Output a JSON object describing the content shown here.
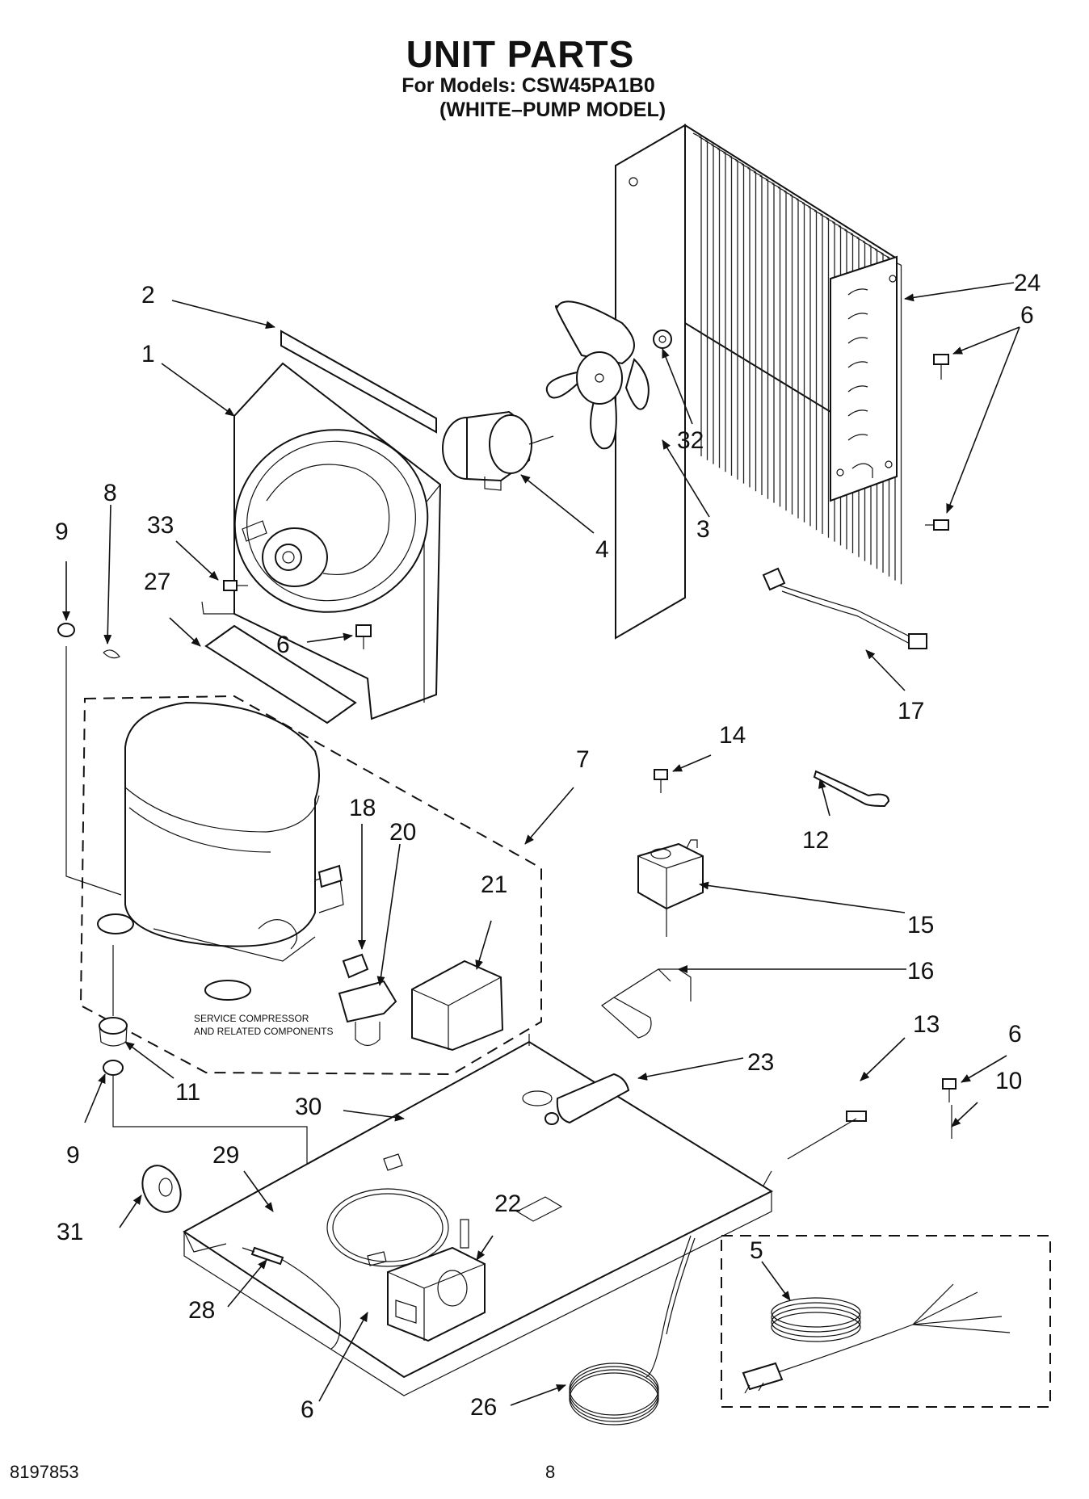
{
  "header": {
    "title": "UNIT PARTS",
    "models_line": "For Models: CSW45PA1B0",
    "variant_line": "(WHITE–PUMP MODEL)"
  },
  "diagram": {
    "group_label_line1": "SERVICE COMPRESSOR",
    "group_label_line2": "AND RELATED COMPONENTS",
    "callouts": {
      "c1": "1",
      "c2": "2",
      "c3": "3",
      "c4": "4",
      "c5": "5",
      "c6a": "6",
      "c6b": "6",
      "c6c": "6",
      "c6d": "6",
      "c7": "7",
      "c8": "8",
      "c9a": "9",
      "c9b": "9",
      "c10": "10",
      "c11": "11",
      "c12": "12",
      "c13": "13",
      "c14": "14",
      "c15": "15",
      "c16": "16",
      "c17": "17",
      "c18": "18",
      "c20": "20",
      "c21": "21",
      "c22": "22",
      "c23": "23",
      "c24": "24",
      "c26": "26",
      "c27": "27",
      "c28": "28",
      "c29": "29",
      "c30": "30",
      "c31": "31",
      "c32": "32",
      "c33": "33"
    }
  },
  "footer": {
    "doc_number": "8197853",
    "page_number": "8"
  }
}
